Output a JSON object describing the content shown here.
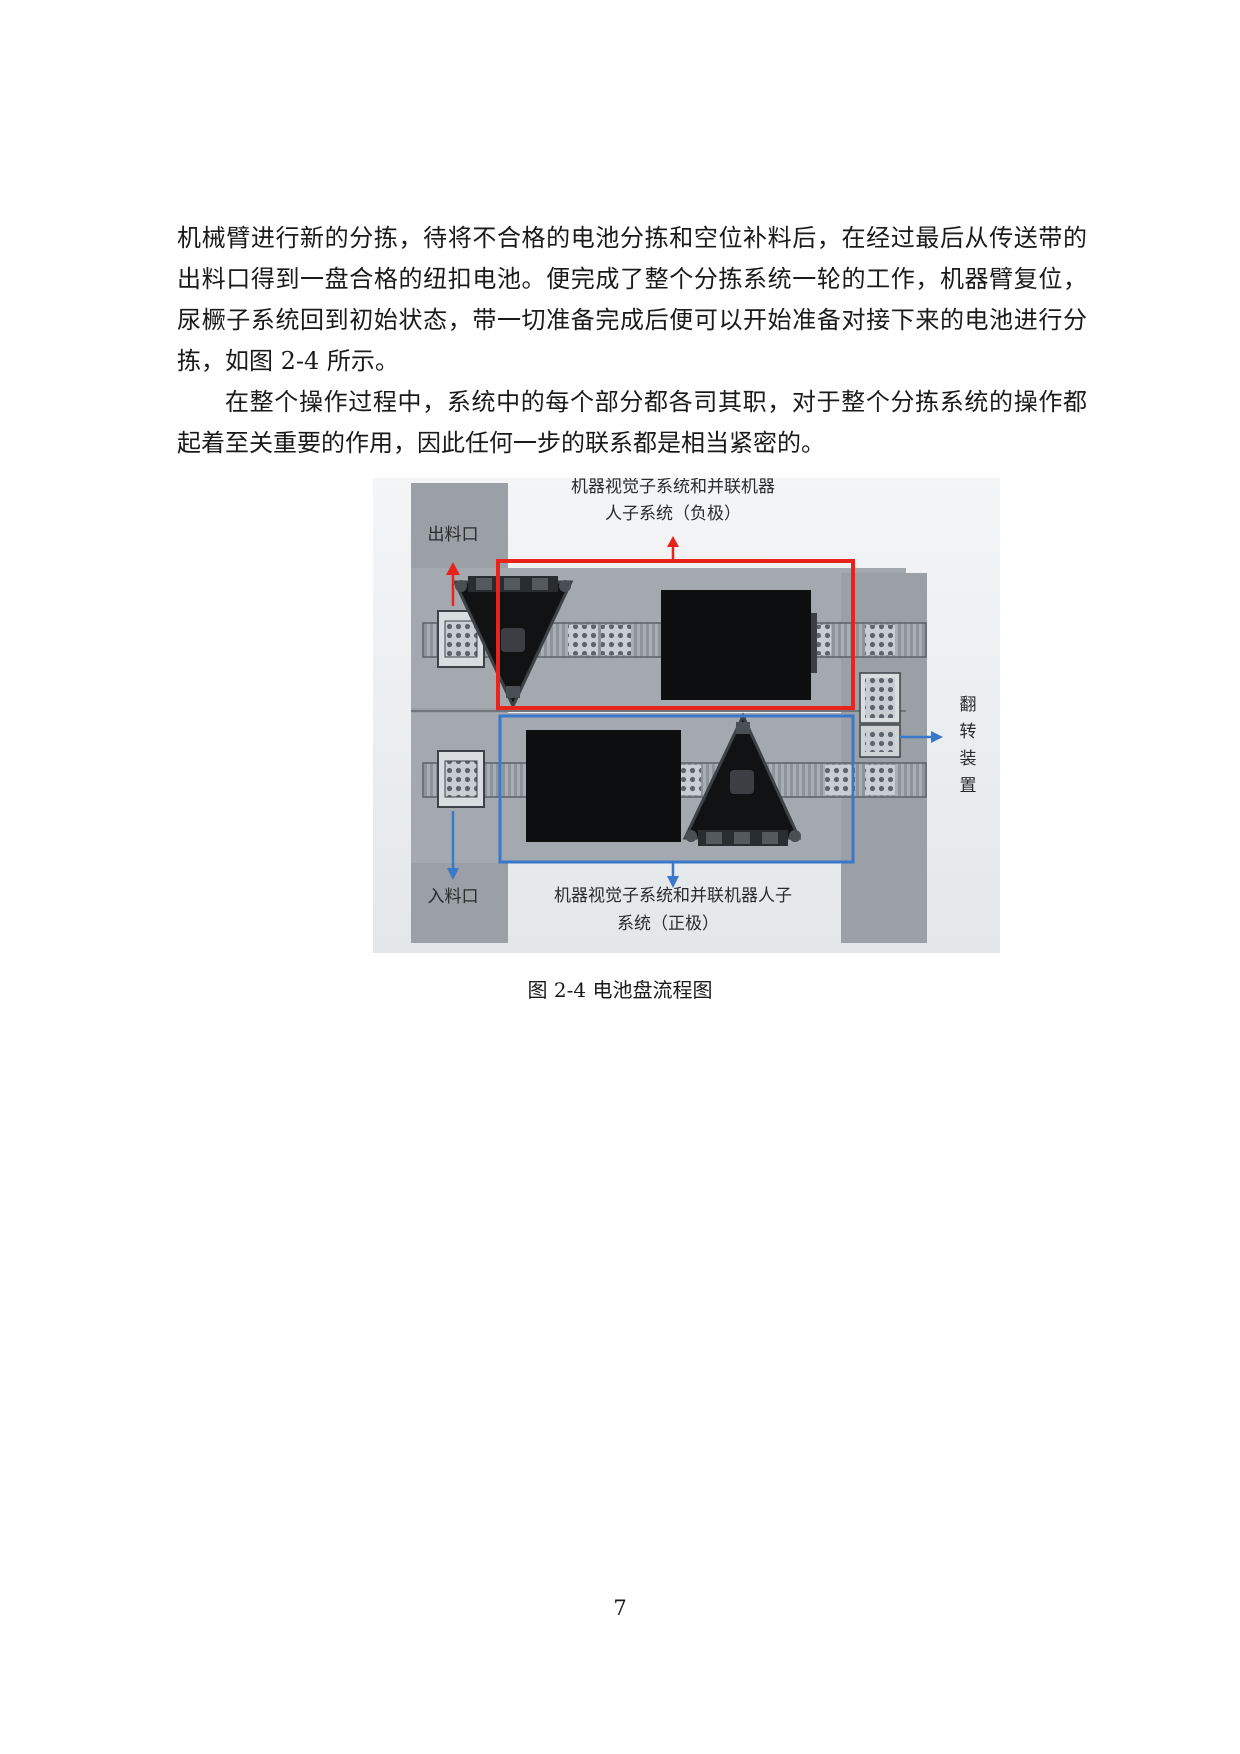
{
  "body_paragraphs": [
    "机械臂进行新的分拣，待将不合格的电池分拣和空位补料后，在经过最后从传送带的出料口得到一盘合格的纽扣电池。便完成了整个分拣系统一轮的工作，机器臂复位，尿橛子系统回到初始状态，带一切准备完成后便可以开始准备对接下来的电池进行分拣，如图 2-4 所示。",
    "在整个操作过程中，系统中的每个部分都各司其职，对于整个分拣系统的操作都起着至关重要的作用，因此任何一步的联系都是相当紧密的。"
  ],
  "figure": {
    "label_top_line1": "机器视觉子系统和并联机器",
    "label_top_line2": "人子系统（负极）",
    "label_outlet": "出料口",
    "label_inlet": "入料口",
    "label_bottom_line1": "机器视觉子系统和并联机器人子",
    "label_bottom_line2": "系统（正极）",
    "label_flip": [
      "翻",
      "转",
      "装",
      "置"
    ],
    "colors": {
      "negative_box": "#e8231c",
      "positive_box": "#3a78c9",
      "arrow_blue": "#3a78c9",
      "arrow_red": "#e8231c"
    },
    "caption": "图 2-4 电池盘流程图"
  },
  "page_number": "7"
}
